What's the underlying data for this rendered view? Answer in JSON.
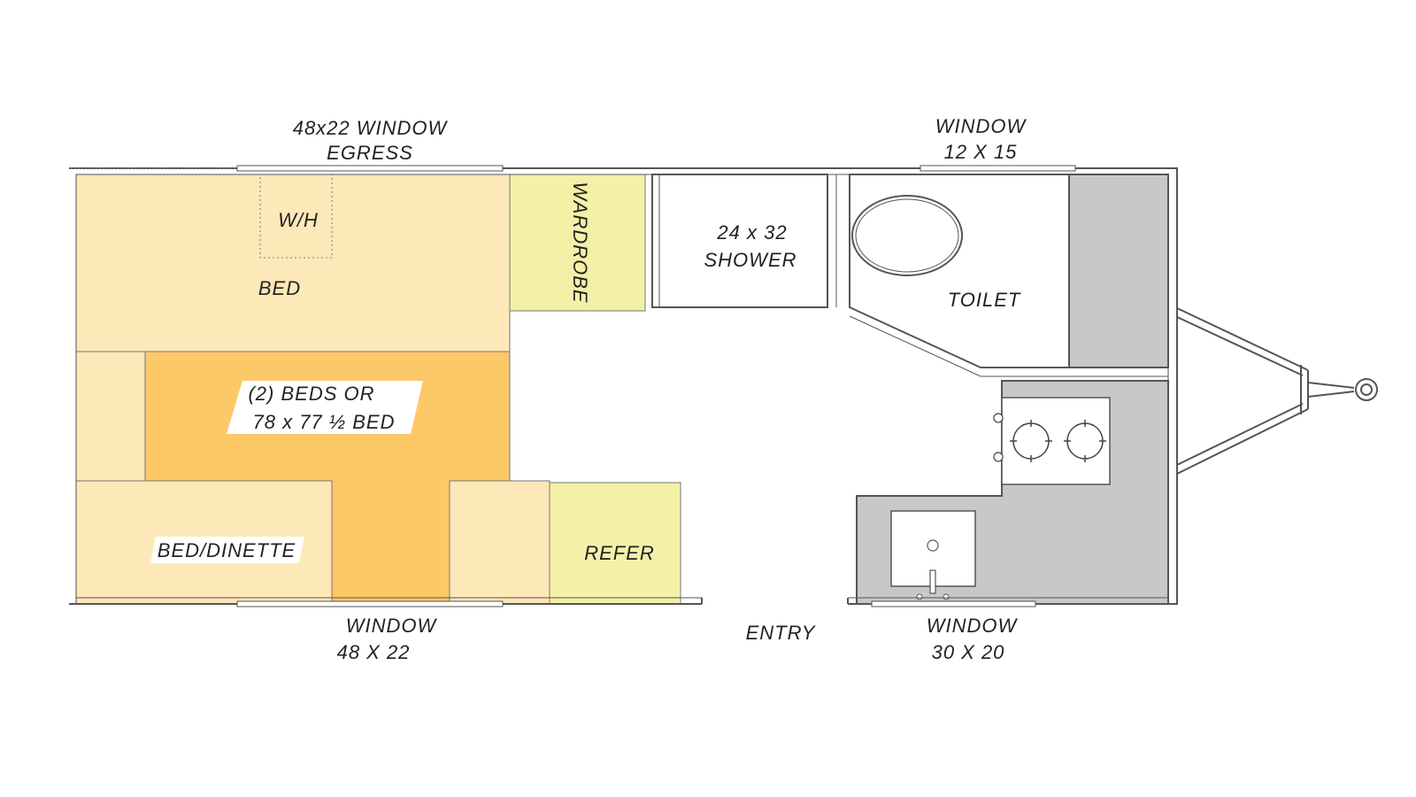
{
  "colors": {
    "bed": "#fde8b8",
    "bunk": "#fcc868",
    "wardrobe": "#f5f0a8",
    "refer": "#f5f0a8",
    "counter": "#c8c8c8",
    "wall": "#555555",
    "floor": "#ffffff"
  },
  "windows": {
    "egress": {
      "line1": "48x22 WINDOW",
      "line2": "EGRESS"
    },
    "bath": {
      "line1": "WINDOW",
      "line2": "12 X 15"
    },
    "bottom_left": {
      "line1": "WINDOW",
      "line2": "48 X 22"
    },
    "bottom_right": {
      "line1": "WINDOW",
      "line2": "30 X 20"
    }
  },
  "rooms": {
    "water_heater": "W/H",
    "bed": "BED",
    "bunk_line1": "(2) BEDS OR",
    "bunk_line2": "78 x 77 ½ BED",
    "bed_dinette": "BED/DINETTE",
    "refer": "REFER",
    "wardrobe": "WARDROBE",
    "shower_line1": "24 x 32",
    "shower_line2": "SHOWER",
    "toilet": "TOILET",
    "entry": "ENTRY"
  },
  "icons": {
    "stove": "cooktop-icon",
    "sink": "sink-icon",
    "toilet": "toilet-icon",
    "hitch": "hitch-icon"
  }
}
